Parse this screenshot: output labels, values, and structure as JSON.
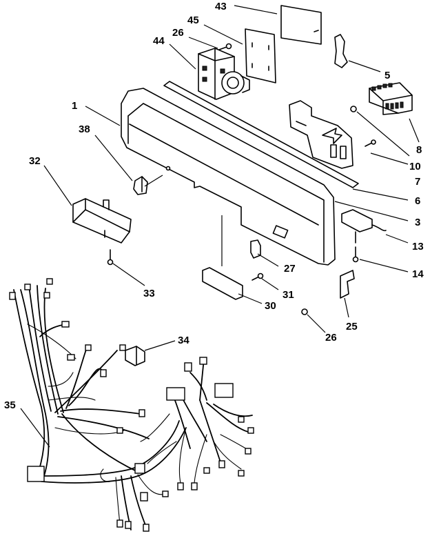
{
  "diagram": {
    "callouts": [
      {
        "id": "43"
      },
      {
        "id": "45"
      },
      {
        "id": "26"
      },
      {
        "id": "44"
      },
      {
        "id": "5"
      },
      {
        "id": "1"
      },
      {
        "id": "38"
      },
      {
        "id": "8"
      },
      {
        "id": "10"
      },
      {
        "id": "7"
      },
      {
        "id": "32"
      },
      {
        "id": "6"
      },
      {
        "id": "3"
      },
      {
        "id": "13"
      },
      {
        "id": "27"
      },
      {
        "id": "14"
      },
      {
        "id": "33"
      },
      {
        "id": "31"
      },
      {
        "id": "30"
      },
      {
        "id": "25"
      },
      {
        "id": "26b"
      },
      {
        "id": "34"
      },
      {
        "id": "35"
      }
    ],
    "labels": {
      "c43": "43",
      "c45": "45",
      "c26a": "26",
      "c44": "44",
      "c5": "5",
      "c1": "1",
      "c38": "38",
      "c8": "8",
      "c10": "10",
      "c7": "7",
      "c32": "32",
      "c6": "6",
      "c3": "3",
      "c13": "13",
      "c27": "27",
      "c14": "14",
      "c33": "33",
      "c31": "31",
      "c30": "30",
      "c25": "25",
      "c26b": "26",
      "c34": "34",
      "c35": "35"
    }
  }
}
